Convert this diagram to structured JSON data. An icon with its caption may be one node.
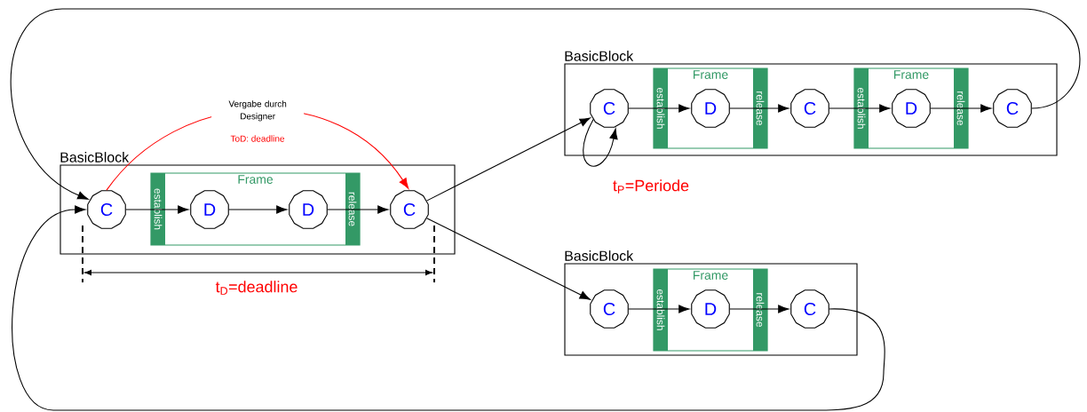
{
  "diagram": {
    "nodes": [
      {
        "text": [
          "BasicBlock"
        ]
      },
      {
        "text": [
          "C"
        ],
        "in": 0
      },
      {
        "text": [
          "establish",
          "Frame",
          "release"
        ],
        "in": 0
      },
      {
        "text": [
          "D"
        ],
        "in": 2
      },
      {
        "text": [
          "D"
        ],
        "in": 2
      },
      {
        "text": [
          "C"
        ],
        "in": 0
      },
      {
        "text": [
          "BasicBlock"
        ]
      },
      {
        "text": [
          "C"
        ],
        "in": 6
      },
      {
        "text": [
          "establish",
          "Frame",
          "release"
        ],
        "in": 6
      },
      {
        "text": [
          "D"
        ],
        "in": 8
      },
      {
        "text": [
          "C"
        ],
        "in": 6
      },
      {
        "text": [
          "establish",
          "Frame",
          "release"
        ],
        "in": 6
      },
      {
        "text": [
          "D"
        ],
        "in": 11
      },
      {
        "text": [
          "C"
        ],
        "in": 6
      },
      {
        "text": [
          "BasicBlock"
        ]
      },
      {
        "text": [
          "C"
        ],
        "in": 14
      },
      {
        "text": [
          "establish",
          "Frame",
          "release"
        ],
        "in": 14
      },
      {
        "text": [
          "D"
        ],
        "in": 16
      },
      {
        "text": [
          "C"
        ],
        "in": 14
      }
    ],
    "edges": [
      {
        "from": 1,
        "to": 3,
        "arrow": "to"
      },
      {
        "from": 3,
        "to": 4,
        "arrow": "to"
      },
      {
        "from": 4,
        "to": 5,
        "arrow": "to"
      },
      {
        "from": 1,
        "to": 5,
        "arrow": "to",
        "label": "Vergabe durch Designer",
        "color": "#ff0000"
      },
      {
        "from": 5,
        "to": 7,
        "arrow": "to"
      },
      {
        "from": 5,
        "to": 15,
        "arrow": "to"
      },
      {
        "from": 7,
        "to": 9,
        "arrow": "to"
      },
      {
        "from": 9,
        "to": 10,
        "arrow": "to"
      },
      {
        "from": 10,
        "to": 12,
        "arrow": "to"
      },
      {
        "from": 12,
        "to": 13,
        "arrow": "to"
      },
      {
        "from": 7,
        "to": 7,
        "arrow": "to"
      },
      {
        "from": 13,
        "to": 1,
        "arrow": "to"
      },
      {
        "from": 15,
        "to": 17,
        "arrow": "to"
      },
      {
        "from": 17,
        "to": 18,
        "arrow": "to"
      },
      {
        "from": 18,
        "to": 1,
        "arrow": "to"
      }
    ],
    "labels": [
      "ToD: deadline",
      "t$_{D}$=deadline",
      "t$_{P}$=Periode"
    ]
  }
}
